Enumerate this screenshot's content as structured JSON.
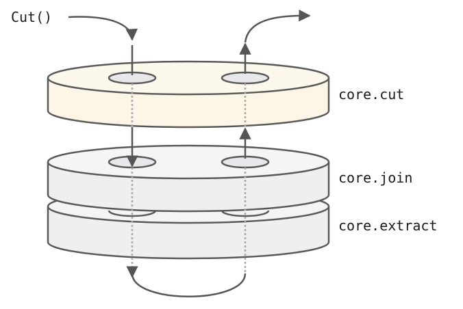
{
  "call_label": "Cut()",
  "layers": [
    {
      "label": "core.cut",
      "fill": "#fdf6e6",
      "top_fill": "#fdf8ec"
    },
    {
      "label": "core.join",
      "fill": "#efefef",
      "top_fill": "#f5f5f5"
    },
    {
      "label": "core.extract",
      "fill": "#efefef",
      "top_fill": "#f5f5f5"
    }
  ],
  "colors": {
    "stroke": "#595959",
    "arrow": "#555555",
    "dotted": "#aaaaaa",
    "hole": "#e8e8ea"
  }
}
